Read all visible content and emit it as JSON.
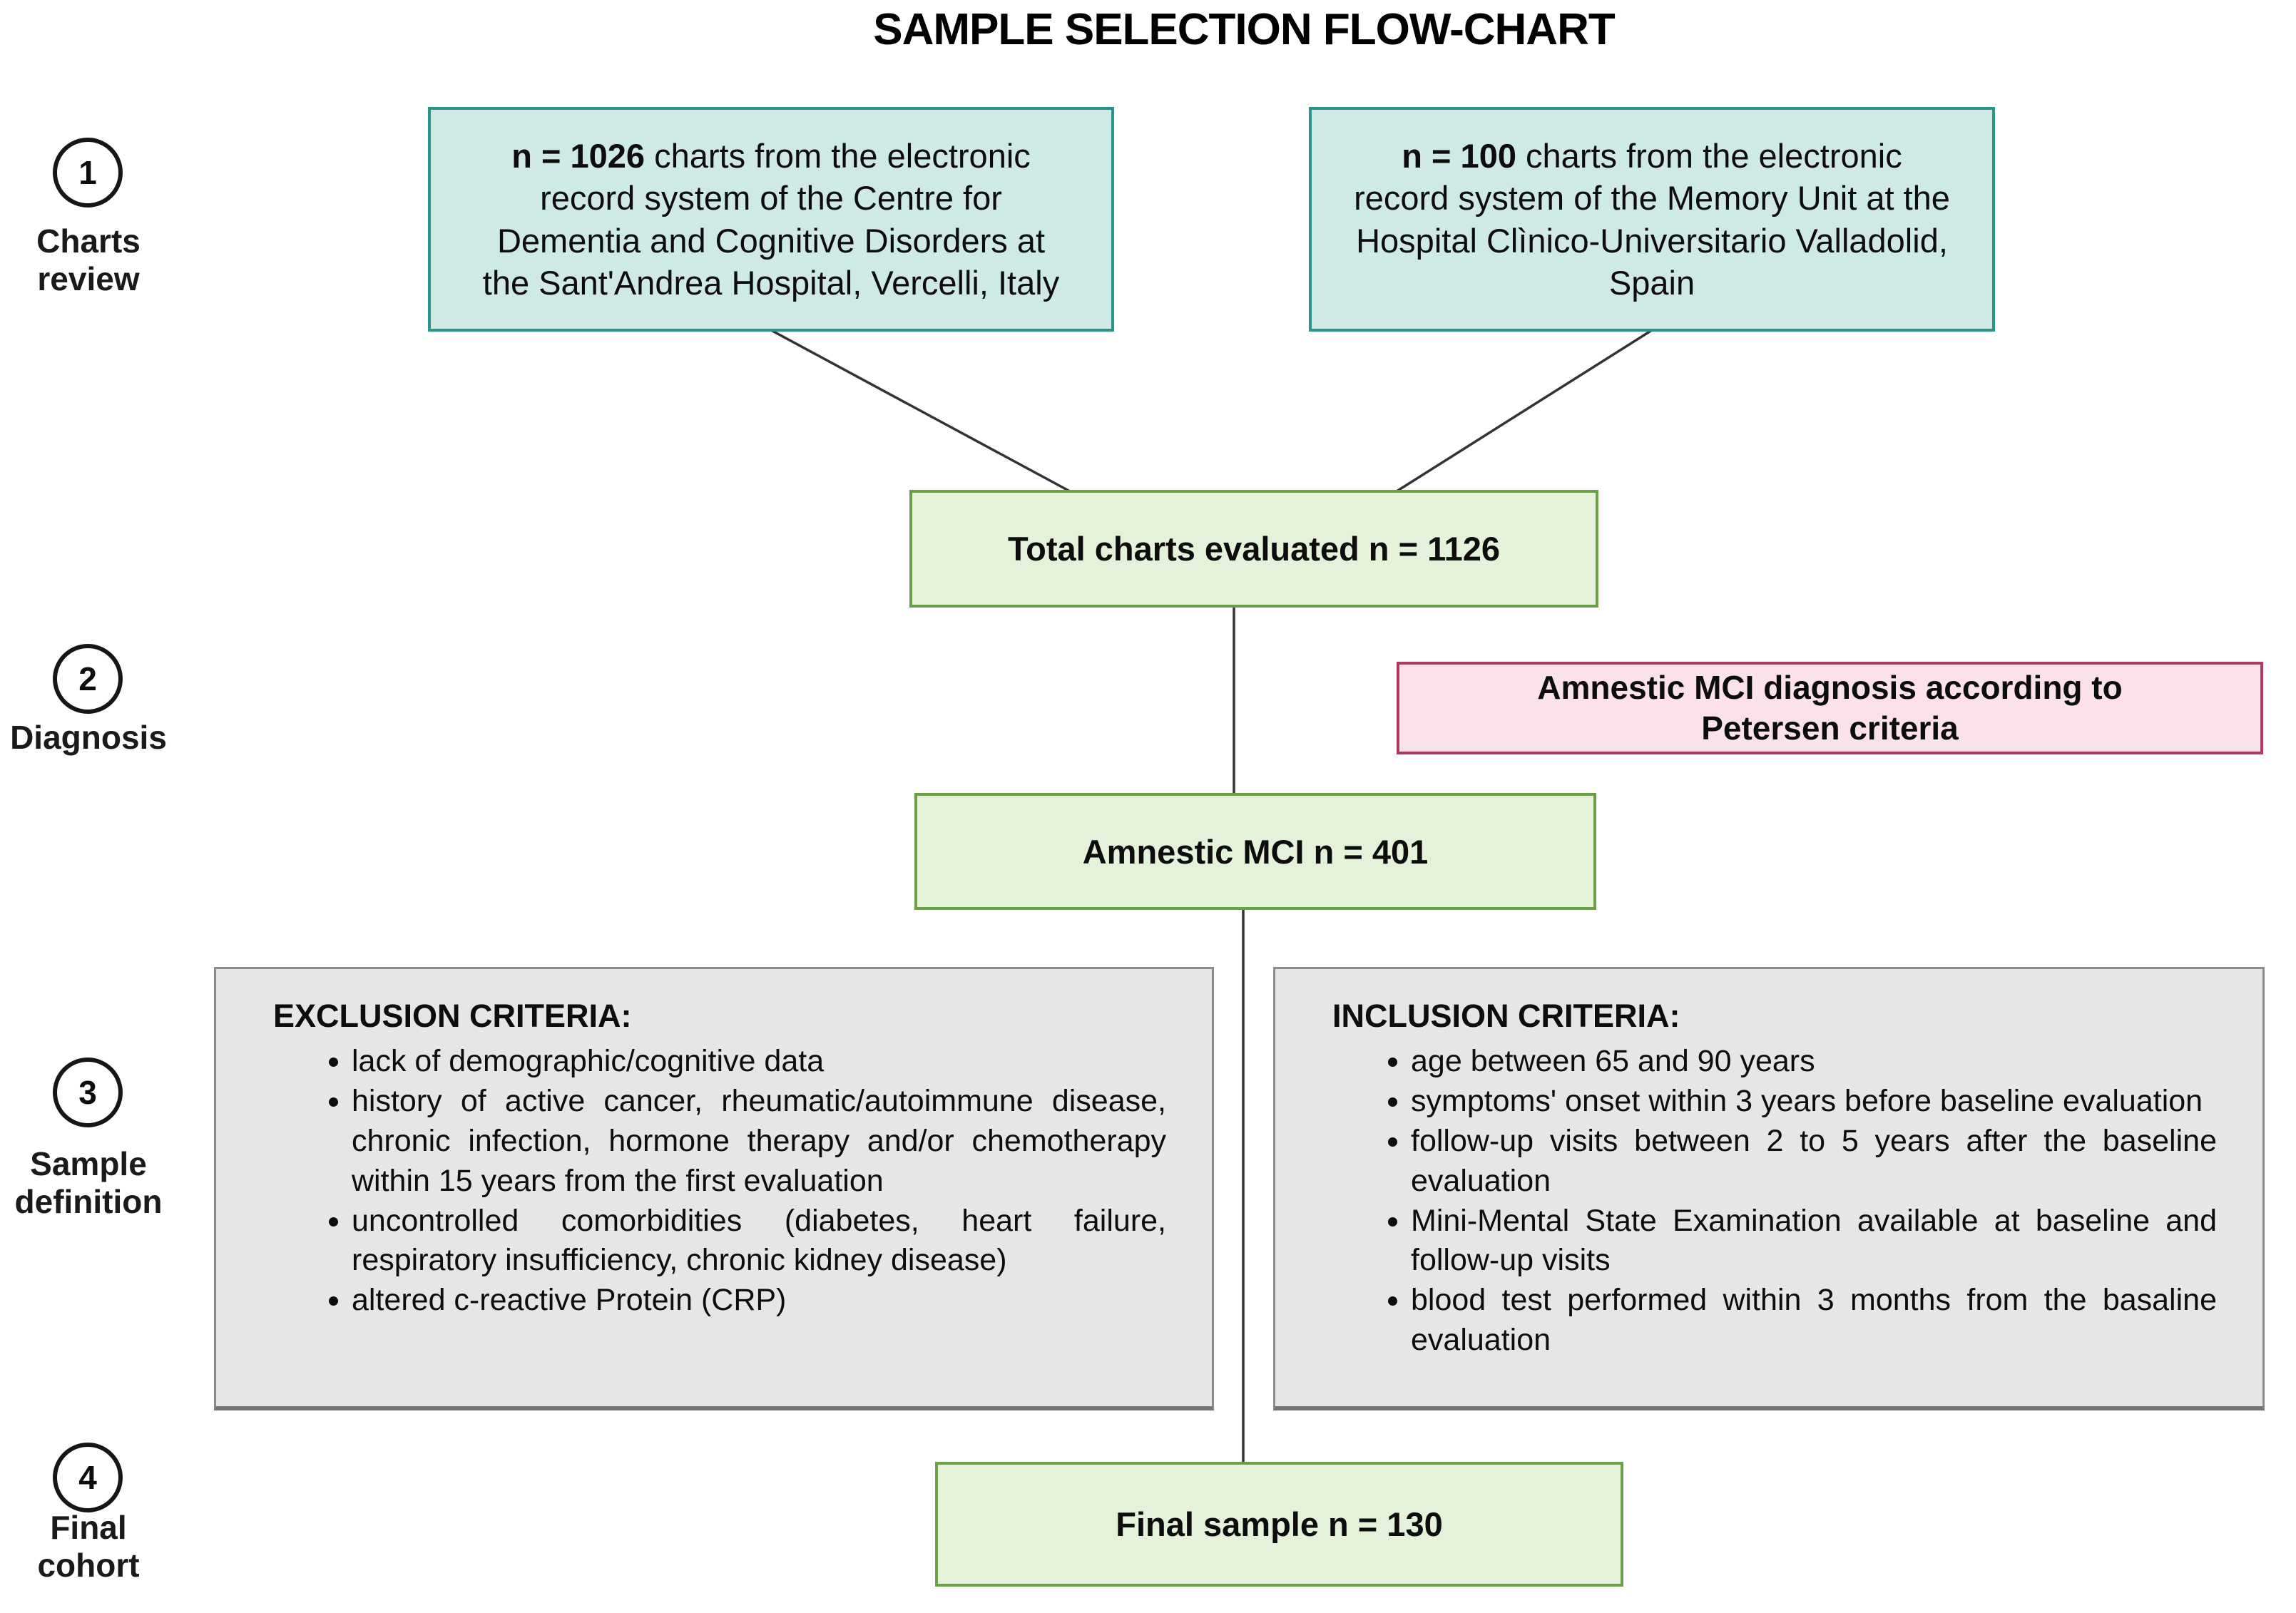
{
  "title": "SAMPLE SELECTION FLOW-CHART",
  "steps": [
    {
      "number": "1",
      "label": "Charts review"
    },
    {
      "number": "2",
      "label": "Diagnosis"
    },
    {
      "number": "3",
      "label": "Sample definition"
    },
    {
      "number": "4",
      "label": "Final cohort"
    }
  ],
  "boxes": {
    "source_italy": {
      "n_bold": "n = 1026",
      "text": " charts from the electronic record system of the Centre for Dementia and Cognitive Disorders at the Sant'Andrea Hospital, Vercelli, Italy"
    },
    "source_spain": {
      "n_bold": "n = 100",
      "text": " charts from the electronic record system of the Memory Unit at the Hospital Clìnico-Universitario Valladolid, Spain"
    },
    "total": "Total charts evaluated n = 1126",
    "diagnosis_note": "Amnestic MCI diagnosis according to Petersen criteria",
    "amnestic": "Amnestic MCI n = 401",
    "exclusion": {
      "heading": "EXCLUSION CRITERIA:",
      "items": [
        "lack of demographic/cognitive data",
        "history of active cancer, rheumatic/autoimmune disease, chronic infection, hormone therapy and/or chemotherapy within 15 years from the first evaluation",
        "uncontrolled comorbidities (diabetes, heart failure, respiratory insufficiency, chronic kidney disease)",
        "altered c-reactive Protein (CRP)"
      ]
    },
    "inclusion": {
      "heading": "INCLUSION CRITERIA:",
      "items": [
        "age between 65 and 90 years",
        "symptoms' onset within 3 years before baseline evaluation",
        "follow-up visits between 2 to 5 years after the baseline evaluation",
        "Mini-Mental State Examination available at baseline and follow-up visits",
        "blood test performed within 3 months from the basaline evaluation"
      ]
    },
    "final": "Final sample n = 130"
  },
  "colors": {
    "teal_fill": "#cfeae6",
    "teal_border": "#2b948a",
    "green_fill": "#e4f2d9",
    "green_border": "#69a244",
    "pink_fill": "#fbe2e9",
    "pink_border": "#b2395f",
    "gray_fill": "#e6e6e6",
    "gray_border": "#8c8c8c",
    "connector_line": "#333333"
  }
}
